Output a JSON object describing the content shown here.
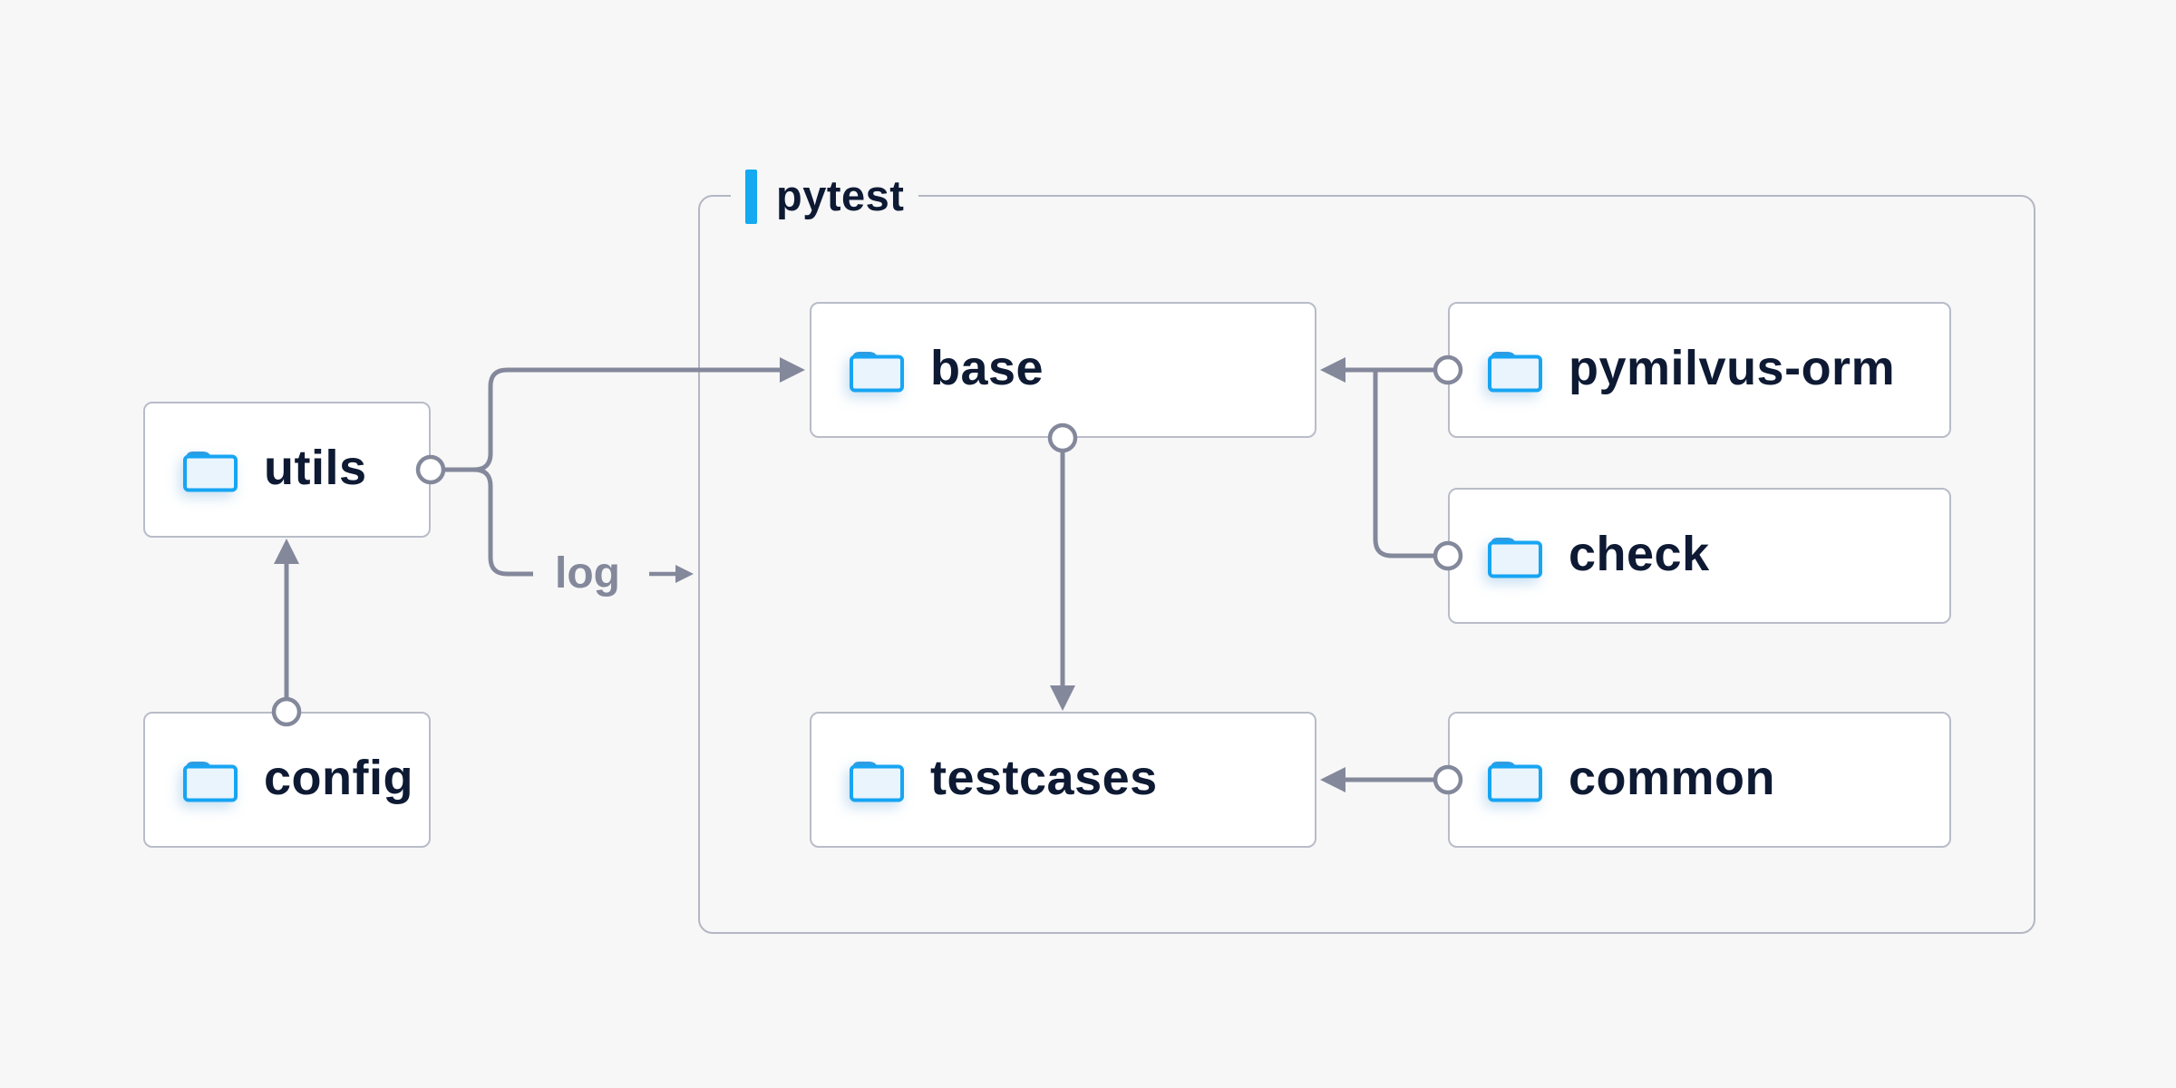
{
  "colors": {
    "background": "#f7f7f8",
    "node_fill": "#ffffff",
    "node_border": "#b9bcc8",
    "container_border": "#b4b7c3",
    "connector_gray": "#84889b",
    "label_text": "#0e1a33",
    "edge_label_text": "#84889b",
    "accent_blue_bar": "#14a9f1",
    "folder_outline_blue": "#17a5f3",
    "folder_tab_blue": "#2f9ce1",
    "folder_body_blue": "#e9f4fd"
  },
  "diagram": {
    "container": {
      "label": "pytest"
    },
    "nodes": [
      {
        "id": "utils",
        "label": "utils",
        "icon": "folder-icon",
        "inside_container": false
      },
      {
        "id": "config",
        "label": "config",
        "icon": "folder-icon",
        "inside_container": false
      },
      {
        "id": "base",
        "label": "base",
        "icon": "folder-icon",
        "inside_container": true
      },
      {
        "id": "pymilvus-orm",
        "label": "pymilvus-orm",
        "icon": "folder-icon",
        "inside_container": true
      },
      {
        "id": "check",
        "label": "check",
        "icon": "folder-icon",
        "inside_container": true
      },
      {
        "id": "testcases",
        "label": "testcases",
        "icon": "folder-icon",
        "inside_container": true
      },
      {
        "id": "common",
        "label": "common",
        "icon": "folder-icon",
        "inside_container": true
      }
    ],
    "edges": [
      {
        "from": "config",
        "to": "utils",
        "label": ""
      },
      {
        "from": "utils",
        "to": "base",
        "label": ""
      },
      {
        "from": "utils",
        "to": "log-output",
        "label": "log"
      },
      {
        "from": "pymilvus-orm",
        "to": "base",
        "label": ""
      },
      {
        "from": "check",
        "to": "base",
        "label": ""
      },
      {
        "from": "base",
        "to": "testcases",
        "label": ""
      },
      {
        "from": "common",
        "to": "testcases",
        "label": ""
      }
    ]
  }
}
